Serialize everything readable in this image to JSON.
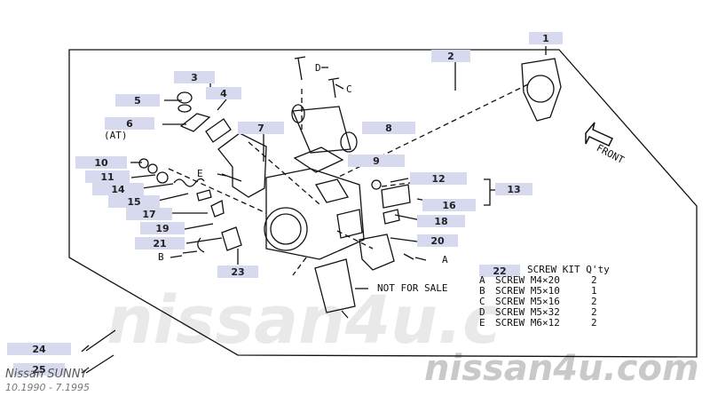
{
  "diagram": {
    "callouts": [
      {
        "id": "c1",
        "text": "1"
      },
      {
        "id": "c2",
        "text": "2"
      },
      {
        "id": "c3",
        "text": "3"
      },
      {
        "id": "c4",
        "text": "4"
      },
      {
        "id": "c5",
        "text": "5"
      },
      {
        "id": "c6",
        "text": "6"
      },
      {
        "id": "c7",
        "text": "7"
      },
      {
        "id": "c8",
        "text": "8"
      },
      {
        "id": "c9",
        "text": "9"
      },
      {
        "id": "c10",
        "text": "10"
      },
      {
        "id": "c11",
        "text": "11"
      },
      {
        "id": "c12",
        "text": "12"
      },
      {
        "id": "c13",
        "text": "13"
      },
      {
        "id": "c14",
        "text": "14"
      },
      {
        "id": "c15",
        "text": "15"
      },
      {
        "id": "c16",
        "text": "16"
      },
      {
        "id": "c17",
        "text": "17"
      },
      {
        "id": "c18",
        "text": "18"
      },
      {
        "id": "c19",
        "text": "19"
      },
      {
        "id": "c20",
        "text": "20"
      },
      {
        "id": "c21",
        "text": "21"
      },
      {
        "id": "c22",
        "text": "22"
      },
      {
        "id": "c23",
        "text": "23"
      },
      {
        "id": "c24",
        "text": "24"
      },
      {
        "id": "c25",
        "text": "25"
      }
    ],
    "at_note": "(AT)",
    "front_label": "FRONT",
    "not_for_sale": "NOT FOR SALE",
    "screw_letters": {
      "a": "A",
      "b": "B",
      "c": "C",
      "d": "D",
      "e": "E"
    },
    "screw_kit": {
      "title": "SCREW KIT Q'ty",
      "rows": [
        {
          "letter": "A",
          "spec": "SCREW M4×20",
          "qty": "2"
        },
        {
          "letter": "B",
          "spec": "SCREW M5×10",
          "qty": "1"
        },
        {
          "letter": "C",
          "spec": "SCREW M5×16",
          "qty": "2"
        },
        {
          "letter": "D",
          "spec": "SCREW M5×32",
          "qty": "2"
        },
        {
          "letter": "E",
          "spec": "SCREW M6×12",
          "qty": "2"
        }
      ]
    }
  },
  "watermark": {
    "center": "nissan4u.c",
    "bottom": "nissan4u.com"
  },
  "footer": {
    "model": "Nissan SUNNY",
    "dates": "10.1990 - 7.1995"
  }
}
